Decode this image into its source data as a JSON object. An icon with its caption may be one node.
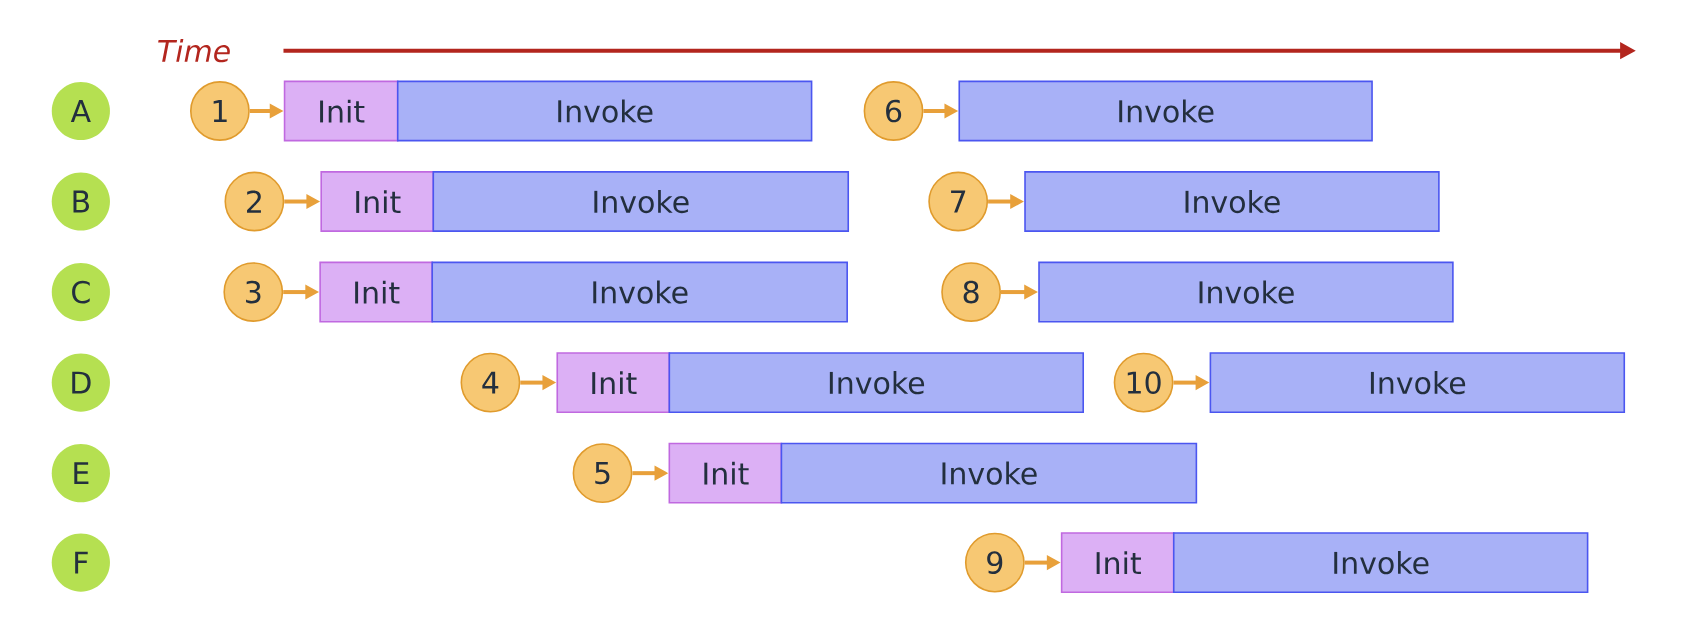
{
  "diagram": {
    "nodes": [
      {
        "text": [
          "A"
        ]
      },
      {
        "text": [
          "1"
        ]
      },
      {
        "text": [
          "Init"
        ]
      },
      {
        "text": [
          "Invoke"
        ]
      },
      {
        "text": [
          "6"
        ]
      },
      {
        "text": [
          "Invoke"
        ]
      },
      {
        "text": [
          "B"
        ]
      },
      {
        "text": [
          "2"
        ]
      },
      {
        "text": [
          "Init"
        ]
      },
      {
        "text": [
          "Invoke"
        ]
      },
      {
        "text": [
          "7"
        ]
      },
      {
        "text": [
          "Invoke"
        ]
      },
      {
        "text": [
          "C"
        ]
      },
      {
        "text": [
          "3"
        ]
      },
      {
        "text": [
          "Init"
        ]
      },
      {
        "text": [
          "Invoke"
        ]
      },
      {
        "text": [
          "8"
        ]
      },
      {
        "text": [
          "Invoke"
        ]
      },
      {
        "text": [
          "D"
        ]
      },
      {
        "text": [
          "4"
        ]
      },
      {
        "text": [
          "Init"
        ]
      },
      {
        "text": [
          "Invoke"
        ]
      },
      {
        "text": [
          "10"
        ]
      },
      {
        "text": [
          "Invoke"
        ]
      },
      {
        "text": [
          "E"
        ]
      },
      {
        "text": [
          "5"
        ]
      },
      {
        "text": [
          "Init"
        ]
      },
      {
        "text": [
          "Invoke"
        ]
      },
      {
        "text": [
          "F"
        ]
      },
      {
        "text": [
          "9"
        ]
      },
      {
        "text": [
          "Init"
        ]
      },
      {
        "text": [
          "Invoke"
        ]
      }
    ],
    "edges": [
      {
        "from": 1,
        "to": 2,
        "arrow": "to"
      },
      {
        "from": 4,
        "to": 5,
        "arrow": "to"
      },
      {
        "from": 7,
        "to": 8,
        "arrow": "to"
      },
      {
        "from": 10,
        "to": 11,
        "arrow": "to"
      },
      {
        "from": 13,
        "to": 14,
        "arrow": "to"
      },
      {
        "from": 16,
        "to": 17,
        "arrow": "to"
      },
      {
        "from": 19,
        "to": 20,
        "arrow": "to"
      },
      {
        "from": 22,
        "to": 23,
        "arrow": "to"
      },
      {
        "from": 25,
        "to": 26,
        "arrow": "to"
      },
      {
        "from": 29,
        "to": 30,
        "arrow": "to"
      }
    ],
    "labels": [
      "Time"
    ]
  }
}
